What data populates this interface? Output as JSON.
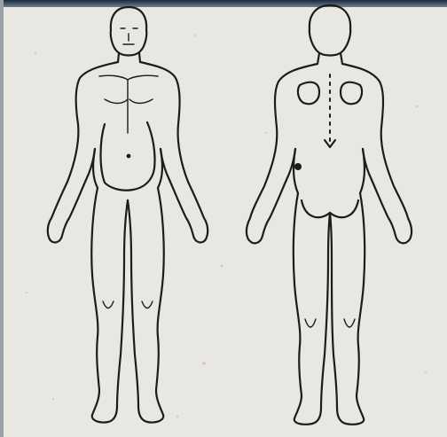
{
  "diagram": {
    "figures": [
      {
        "id": "front",
        "view": "anterior"
      },
      {
        "id": "back",
        "view": "posterior"
      }
    ],
    "colors": {
      "paper": "#e9e7e1",
      "ink": "#1c1c1c",
      "scan_edge": "#1b2a3a"
    }
  }
}
